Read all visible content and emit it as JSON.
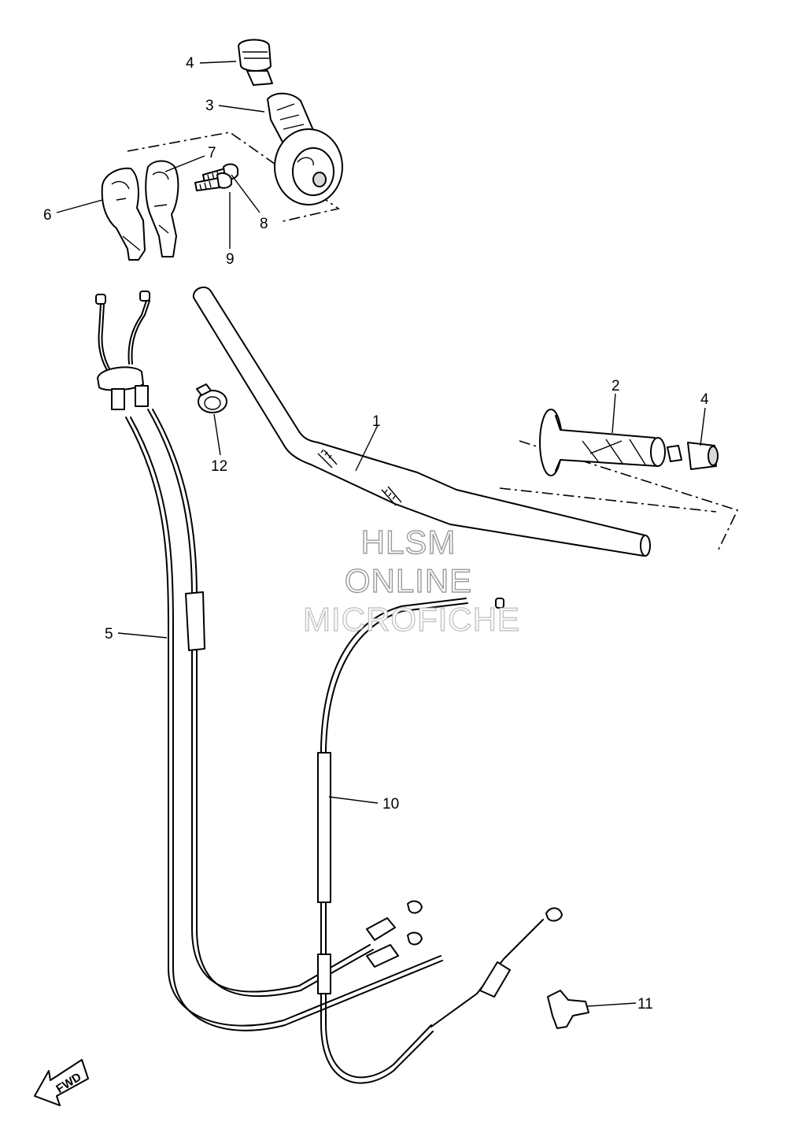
{
  "callouts": {
    "c1": "1",
    "c2": "2",
    "c3": "3",
    "c4a": "4",
    "c4b": "4",
    "c5": "5",
    "c6": "6",
    "c7": "7",
    "c8": "8",
    "c9": "9",
    "c10": "10",
    "c11": "11",
    "c12": "12"
  },
  "watermark": {
    "line1": "HLSM",
    "line2": "ONLINE",
    "line3": "MICROFICHE"
  },
  "fwd_label": "FWD"
}
